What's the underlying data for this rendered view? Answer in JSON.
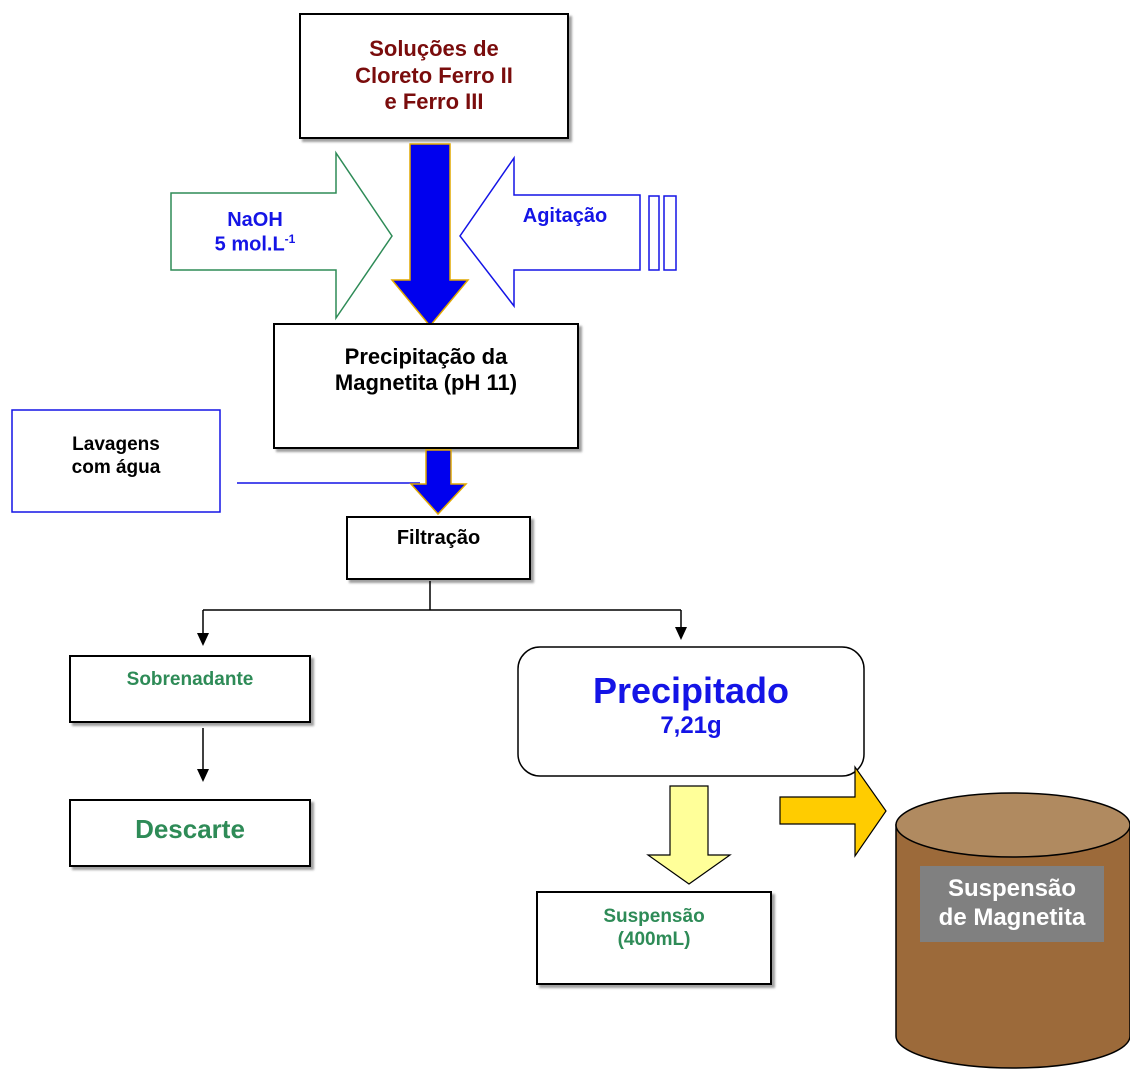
{
  "colors": {
    "dark_red": "#7a0c0c",
    "blue_text": "#1414e6",
    "green_text": "#2e8b57",
    "blue_arrow": "#0000ee",
    "arrow_gold_border": "#e0a800",
    "naoh_border": "#2e8b57",
    "agitation_border": "#1414e6",
    "pale_yellow": "#ffff99",
    "gold": "#ffcc00",
    "cylinder_body": "#9c6a3a",
    "cylinder_top": "#b08a60",
    "label_highlight": "#808080"
  },
  "nodes": {
    "solutions": {
      "line1": "Soluções de",
      "line2": "Cloreto Ferro II",
      "line3": "e  Ferro III"
    },
    "naoh": {
      "line1": "NaOH",
      "line2_base": "5 mol.L",
      "line2_sup": "-1"
    },
    "agitation": {
      "label": "Agitação"
    },
    "precipitation": {
      "line1": "Precipitação da",
      "line2": "Magnetita (pH 11)"
    },
    "washing": {
      "line1": "Lavagens",
      "line2": "com água"
    },
    "filtration": {
      "label": "Filtração"
    },
    "supernatant": {
      "label": "Sobrenadante"
    },
    "discard": {
      "label": "Descarte"
    },
    "precipitate": {
      "title": "Precipitado",
      "mass": "7,21g"
    },
    "suspension": {
      "line1": "Suspensão",
      "line2": "(400mL)"
    },
    "magnetite_suspension": {
      "line1": "Suspensão",
      "line2": "de Magnetita"
    }
  }
}
